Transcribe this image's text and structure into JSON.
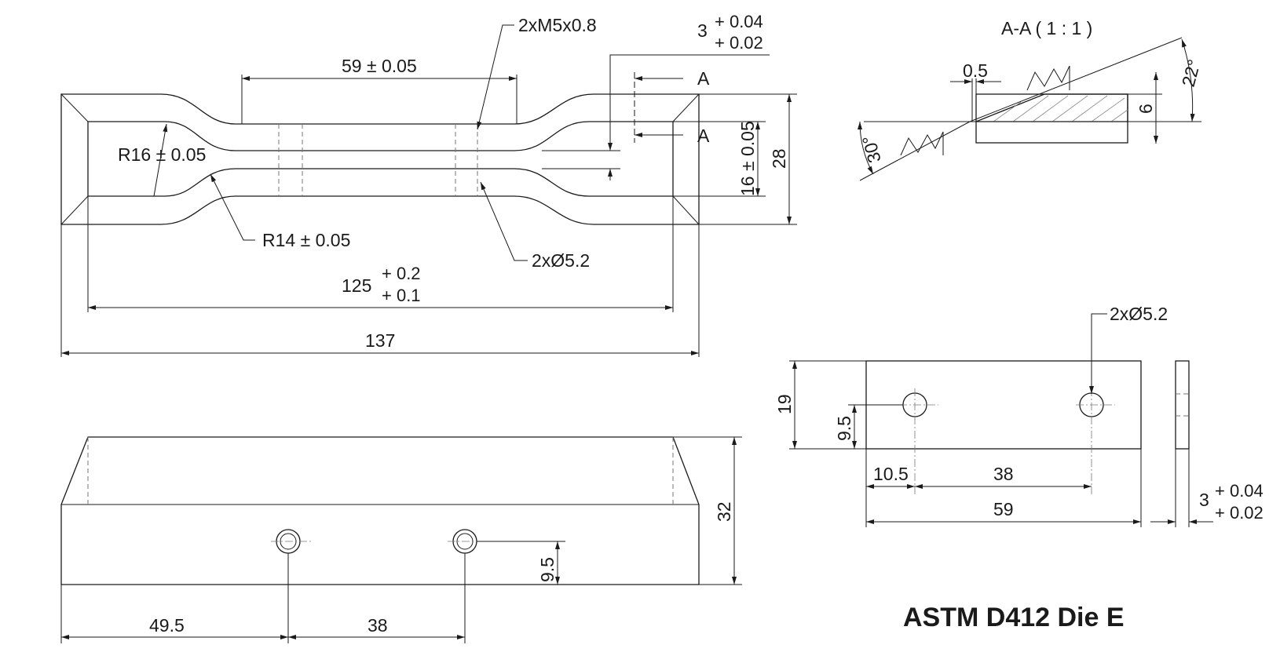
{
  "title": "ASTM D412 Die E",
  "section": {
    "label": "A-A ( 1 : 1 )",
    "marker": "A"
  },
  "dims": {
    "thread": "2xM5x0.8",
    "gauge_length": "59 ± 0.05",
    "thickness_nominal": "3",
    "thickness_tol_upper": "+ 0.04",
    "thickness_tol_lower": "+ 0.02",
    "radius_outer": "R16 ± 0.05",
    "radius_inner": "R14 ± 0.05",
    "hole": "2xØ5.2",
    "inner_length_nominal": "125",
    "inner_length_tol_upper": "+ 0.2",
    "inner_length_tol_lower": "+ 0.1",
    "overall_length": "137",
    "overall_height": "28",
    "grip_width": "16 ± 0.05",
    "bevel_offset": "0.5",
    "section_height": "6",
    "angle_top": "22°",
    "angle_bottom": "30°",
    "front_height": "32",
    "front_hole_height": "9.5",
    "front_hole_x": "49.5",
    "front_hole_spacing": "38",
    "plate_height": "19",
    "plate_hole_height": "9.5",
    "plate_hole_x": "10.5",
    "plate_hole_spacing": "38",
    "plate_length": "59",
    "plate_thickness_nominal": "3",
    "plate_thickness_tol_upper": "+ 0.04",
    "plate_thickness_tol_lower": "+ 0.02"
  }
}
